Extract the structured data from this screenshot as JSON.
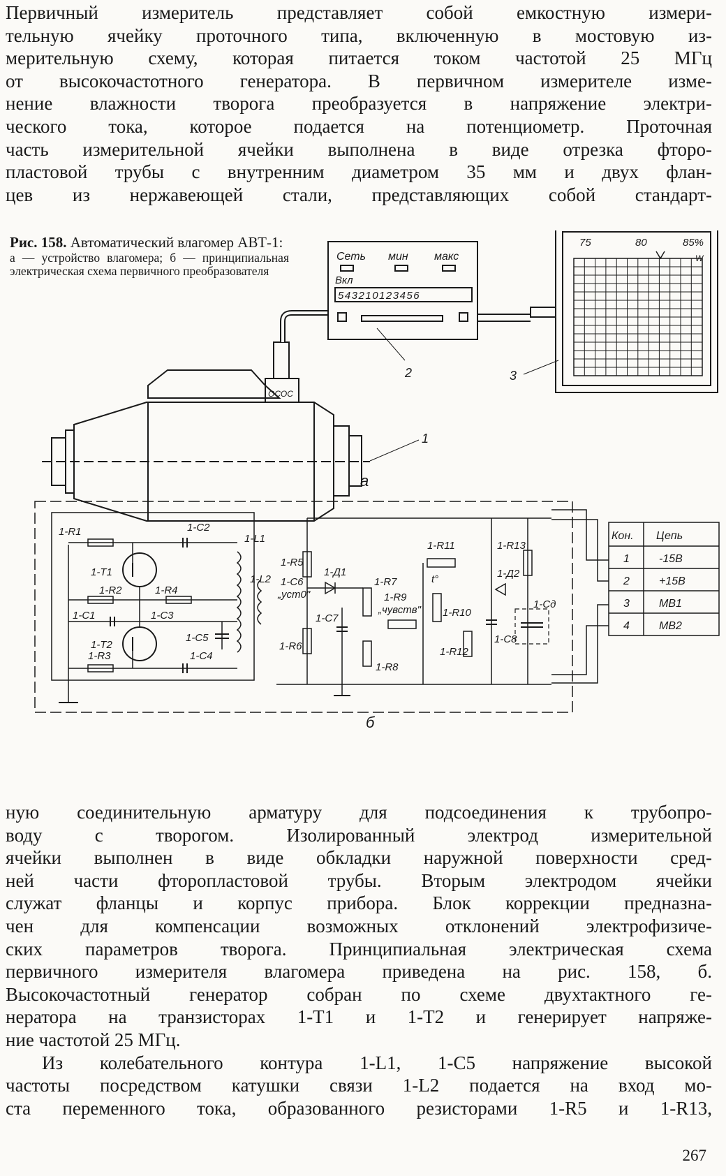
{
  "para_top": [
    "Первичный измеритель представляет собой емкостную измери-",
    "тельную ячейку проточного типа, включенную в мостовую из-",
    "мерительную схему, которая питается током частотой 25 МГц",
    "от высокочастотного генератора. В первичном измерителе изме-",
    "нение влажности творога преобразуется в напряжение электри-",
    "ческого тока, которое подается на потенциометр. Проточная",
    "часть измерительной ячейки выполнена в виде отрезка фторо-",
    "пластовой трубы с внутренним диаметром 35 мм и двух флан-",
    "цев из нержавеющей стали, представляющих собой стандарт-"
  ],
  "caption": {
    "title_lead": "Рис. 158.",
    "title": "Автоматический влагомер АВТ-1:",
    "desc": "а — устройство влагомера; б — принципиальная электрическая схема первичного преобразователя"
  },
  "figure": {
    "device": {
      "label_set": "Сеть",
      "label_min": "мин",
      "label_max": "макс",
      "label_on": "Вкл",
      "digits": "543210123456"
    },
    "chart": {
      "scale": [
        "75",
        "80",
        "85%"
      ],
      "marker": "W"
    },
    "sensor_plate": "ОСОС",
    "callouts": [
      "1",
      "2",
      "3"
    ],
    "fig_a": "а",
    "fig_b": "б",
    "circuit_left": [
      "1-R1",
      "1-C2",
      "1-L1",
      "1-T1",
      "1-L2",
      "1-R2",
      "1-R4",
      "1-C1",
      "1-C3",
      "1-T2",
      "1-C5",
      "1-R3",
      "1-C4"
    ],
    "circuit_right": [
      "1-R5",
      "1-C6",
      "1-Д1",
      "1-R7",
      "1-R9",
      "1-R10",
      "1-R11",
      "1-R13",
      "1-Д2",
      "1-C8",
      "1-C7",
      "1-R6",
      "1-R8",
      "1-R12",
      "1-Cд",
      "t°"
    ],
    "knob_zero": "„уст0\"",
    "knob_sens": "„чувств\"",
    "table": {
      "header": [
        "Кон.",
        "Цепь"
      ],
      "rows": [
        [
          "1",
          "-15В"
        ],
        [
          "2",
          "+15В"
        ],
        [
          "3",
          "МВ1"
        ],
        [
          "4",
          "МВ2"
        ]
      ]
    }
  },
  "para_mid": [
    "ную соединительную арматуру для подсоединения к трубопро-",
    "воду с творогом. Изолированный электрод измерительной",
    "ячейки выполнен в виде обкладки наружной поверхности сред-",
    "ней части фторопластовой трубы. Вторым электродом ячейки",
    "служат фланцы и корпус прибора. Блок коррекции предназна-",
    "чен для компенсации возможных отклонений электрофизиче-",
    "ских параметров творога. Принципиальная электрическая схема",
    "первичного измерителя влагомера приведена на рис. 158, б.",
    "Высокочастотный генератор собран по схеме двухтактного ге-",
    "нератора на транзисторах 1-Т1 и 1-Т2 и генерирует напряже-",
    "ние частотой 25 МГц."
  ],
  "para_end": [
    "Из колебательного контура 1-L1, 1-С5 напряжение высокой",
    "частоты посредством катушки связи 1-L2 подается на вход мо-",
    "ста переменного тока, образованного резисторами 1-R5 и 1-R13,"
  ],
  "page_number": "267"
}
